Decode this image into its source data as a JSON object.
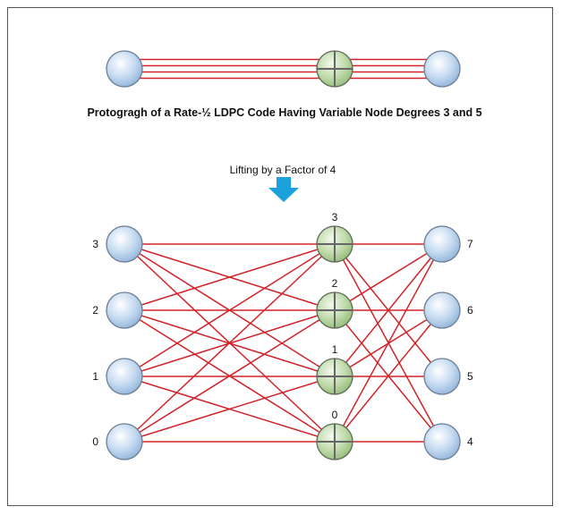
{
  "protograph": {
    "caption": "Protogragh of a Rate-½ LDPC Code Having Variable Node Degrees 3 and 5",
    "edges": [
      {
        "from": "v-left",
        "to": "check",
        "count": 4
      },
      {
        "from": "check",
        "to": "v-right",
        "count": 4
      }
    ]
  },
  "lifting": {
    "label": "Lifting by a Factor of 4",
    "arrow_icon": "down-arrow-icon"
  },
  "lifted": {
    "left_labels": [
      "3",
      "2",
      "1",
      "0"
    ],
    "check_labels": [
      "3",
      "2",
      "1",
      "0"
    ],
    "right_labels": [
      "7",
      "6",
      "5",
      "4"
    ],
    "edges": [
      [
        "L3",
        "C3"
      ],
      [
        "L3",
        "C2"
      ],
      [
        "L3",
        "C1"
      ],
      [
        "L3",
        "C0"
      ],
      [
        "L2",
        "C3"
      ],
      [
        "L2",
        "C2"
      ],
      [
        "L2",
        "C1"
      ],
      [
        "L2",
        "C0"
      ],
      [
        "L1",
        "C3"
      ],
      [
        "L1",
        "C2"
      ],
      [
        "L1",
        "C1"
      ],
      [
        "L1",
        "C0"
      ],
      [
        "L0",
        "C3"
      ],
      [
        "L0",
        "C2"
      ],
      [
        "L0",
        "C1"
      ],
      [
        "L0",
        "C0"
      ],
      [
        "C3",
        "R7"
      ],
      [
        "C3",
        "R5"
      ],
      [
        "C3",
        "R4"
      ],
      [
        "C2",
        "R6"
      ],
      [
        "C2",
        "R7"
      ],
      [
        "C2",
        "R4"
      ],
      [
        "C1",
        "R5"
      ],
      [
        "C1",
        "R7"
      ],
      [
        "C1",
        "R6"
      ],
      [
        "C0",
        "R4"
      ],
      [
        "C0",
        "R6"
      ],
      [
        "C0",
        "R7"
      ]
    ]
  },
  "colors": {
    "edge": "#d2232a",
    "variable_node": "#a9c7e8",
    "check_node": "#a9cf8f",
    "arrow": "#1ba1dc"
  }
}
